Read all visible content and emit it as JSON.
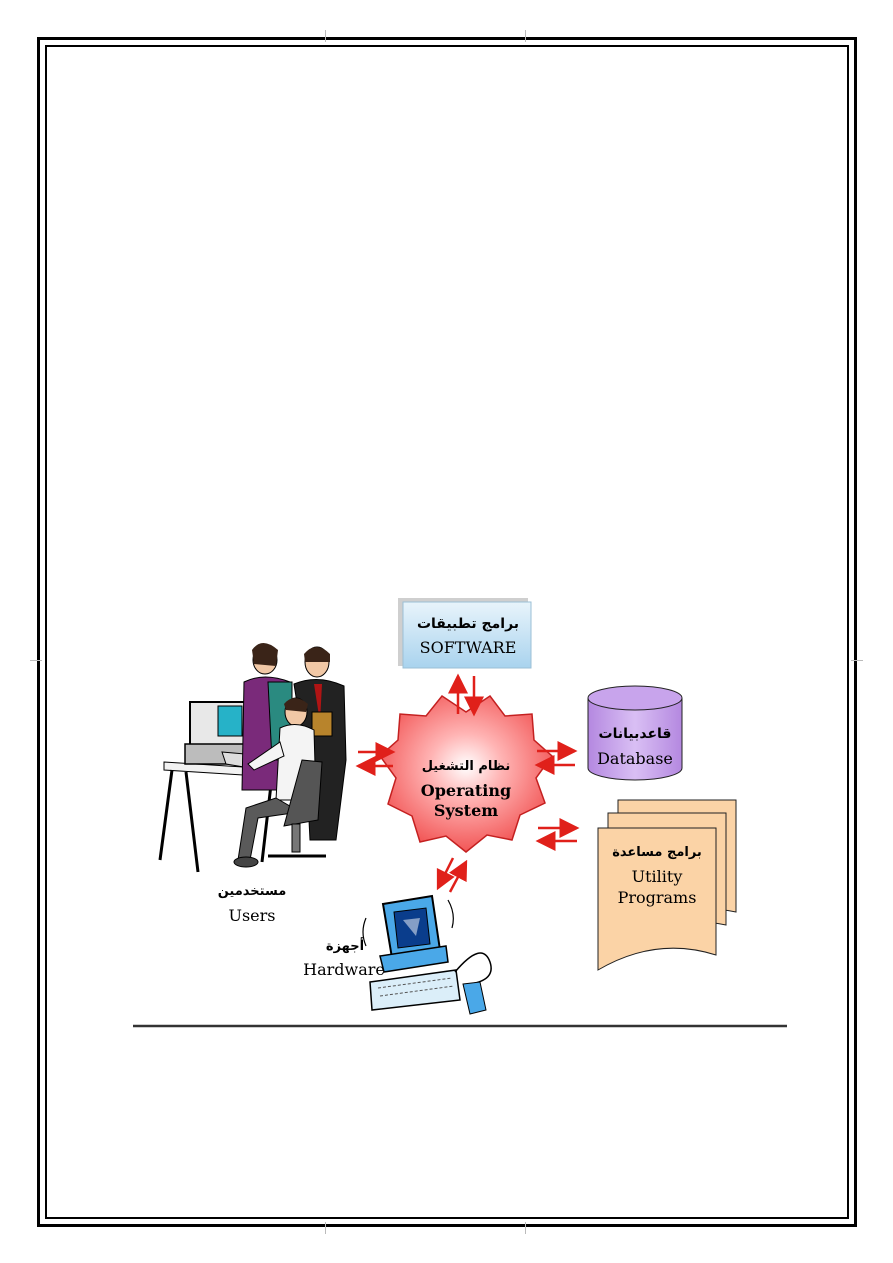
{
  "diagram": {
    "software": {
      "arabic": "برامج تطبيقات",
      "english": "SOFTWARE"
    },
    "os": {
      "arabic": "نظام التشغيل",
      "english_line1": "Operating",
      "english_line2": "System"
    },
    "database": {
      "arabic": "قاعدبيانات",
      "english": "Database"
    },
    "utility": {
      "arabic": "برامج مساعدة",
      "english_line1": "Utility",
      "english_line2": "Programs"
    },
    "users": {
      "arabic": "مستخدمين",
      "english": "Users"
    },
    "hardware": {
      "arabic": "أجهزة",
      "english": "Hardware"
    },
    "colors": {
      "arrow": "#e0201a",
      "os_fill": "#f04848",
      "software_fill": "#cfe8f6",
      "database_fill": "#c8a4ec",
      "utility_fill": "#fbd3a6"
    }
  }
}
